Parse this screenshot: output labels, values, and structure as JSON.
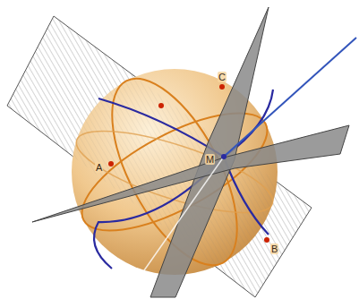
{
  "diagram": {
    "labels": [
      "C",
      "A",
      "M",
      "B"
    ]
  }
}
